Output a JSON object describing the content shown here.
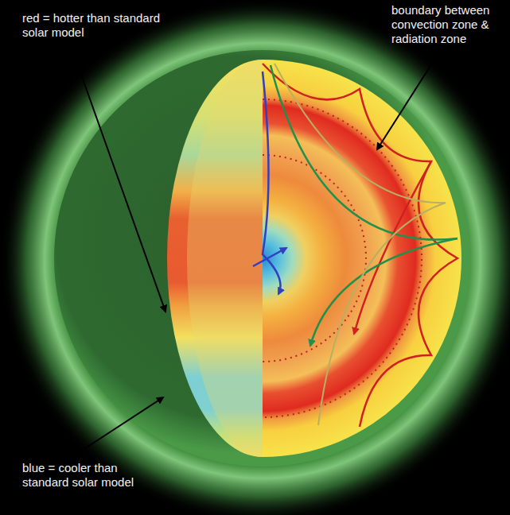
{
  "diagram": {
    "labels": [
      "red = hotter than standard solar model",
      "boundary between convection zone & radiation zone",
      "blue = cooler than standard solar model"
    ]
  }
}
